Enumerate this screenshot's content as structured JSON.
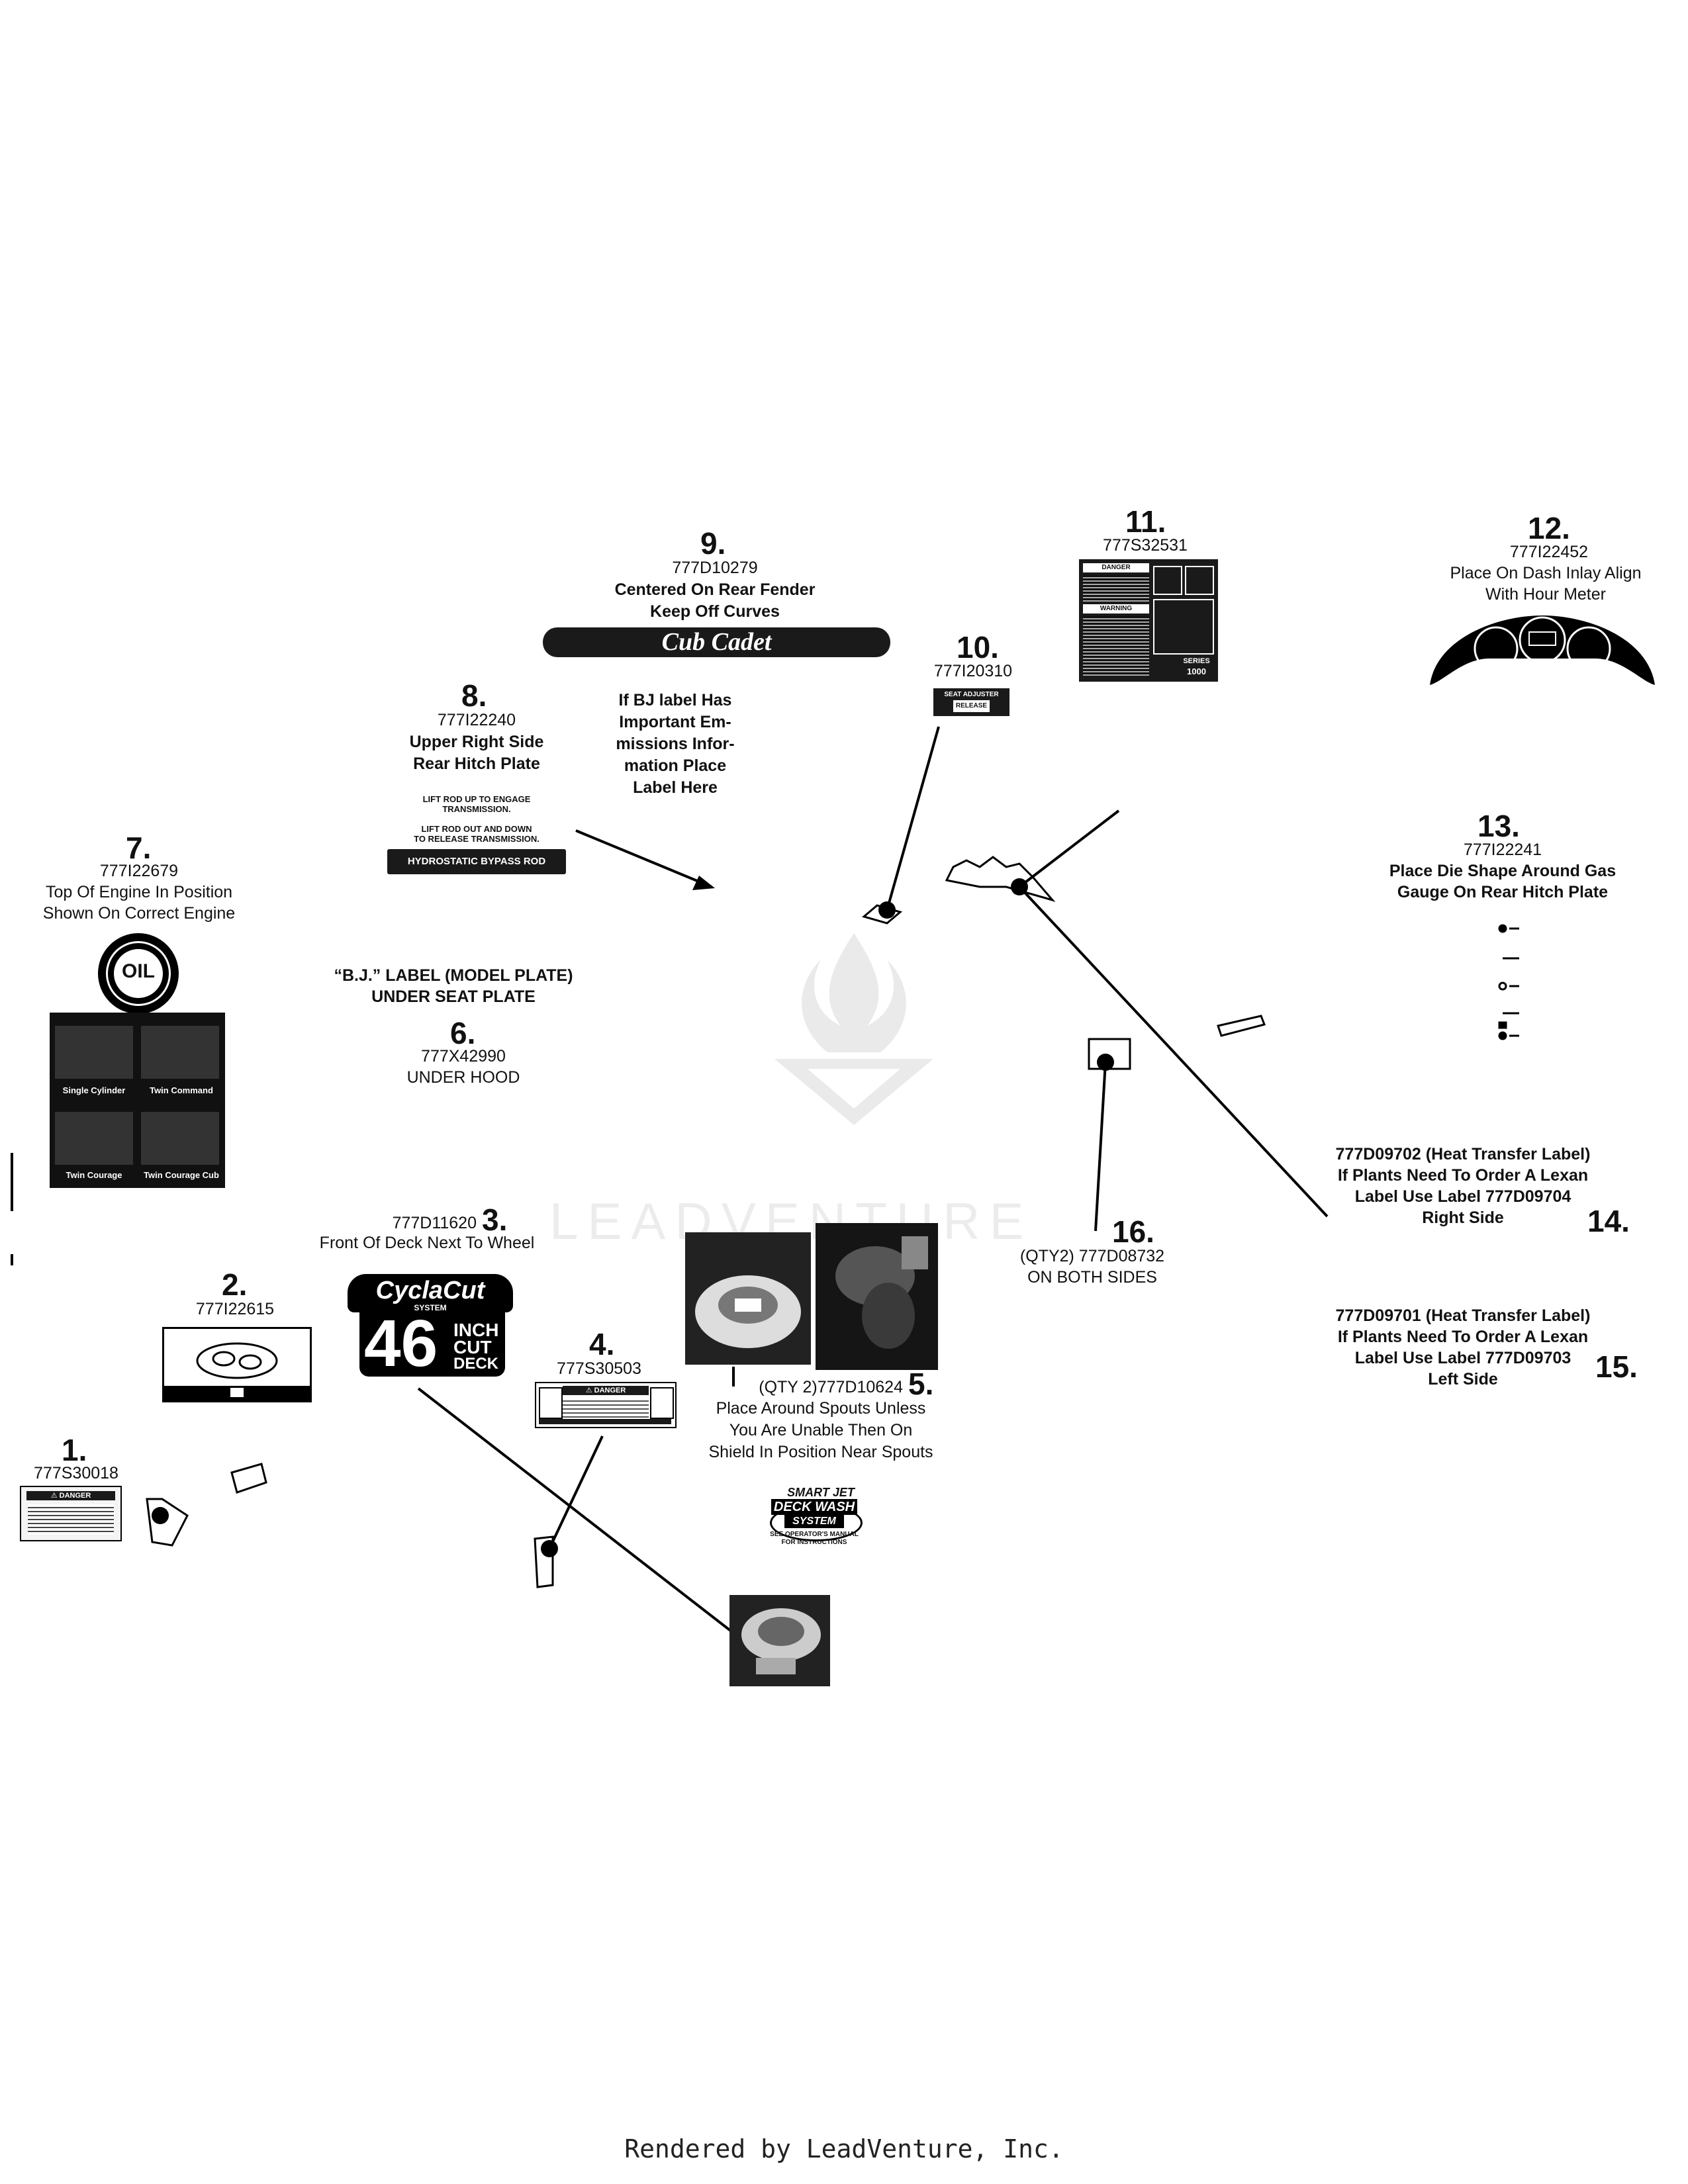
{
  "callouts": {
    "c1": {
      "num": "1.",
      "lines": [
        "777S30018"
      ]
    },
    "c2": {
      "num": "2.",
      "lines": [
        "777I22615"
      ]
    },
    "c3": {
      "num": "3.",
      "part": "777D11620",
      "lines": [
        "Front Of Deck Next To Wheel"
      ]
    },
    "c4": {
      "num": "4.",
      "lines": [
        "777S30503"
      ]
    },
    "c5": {
      "num": "5.",
      "part": "(QTY 2)777D10624",
      "lines": [
        "Place Around Spouts Unless",
        "You  Are Unable Then On",
        "Shield In Position Near Spouts"
      ]
    },
    "c6": {
      "num": "6.",
      "pre": [
        "“B.J.” LABEL (MODEL PLATE)",
        "UNDER SEAT PLATE"
      ],
      "lines": [
        "777X42990",
        "UNDER HOOD"
      ]
    },
    "c7": {
      "num": "7.",
      "lines": [
        "777I22679",
        "Top Of Engine In Position",
        "Shown On Correct Engine"
      ]
    },
    "c8": {
      "num": "8.",
      "lines": [
        "777I22240",
        "Upper Right Side",
        "Rear Hitch Plate"
      ]
    },
    "c9": {
      "num": "9.",
      "lines": [
        "777D10279",
        "Centered On Rear Fender",
        "Keep Off Curves"
      ]
    },
    "c10": {
      "num": "10.",
      "lines": [
        "777I20310"
      ]
    },
    "c11": {
      "num": "11.",
      "lines": [
        "777S32531"
      ]
    },
    "c12": {
      "num": "12.",
      "lines": [
        "777I22452",
        "Place On Dash Inlay Align",
        "With Hour Meter"
      ]
    },
    "c13": {
      "num": "13.",
      "lines": [
        "777I22241",
        "Place Die Shape Around Gas",
        "Gauge On Rear Hitch Plate"
      ]
    },
    "c14": {
      "num": "14.",
      "lines": [
        "777D09702 (Heat Transfer Label)",
        "If Plants Need To Order A Lexan",
        "Label  Use Label 777D09704",
        "Right Side"
      ]
    },
    "c15": {
      "num": "15.",
      "lines": [
        "777D09701 (Heat Transfer Label)",
        "If Plants Need To Order A Lexan",
        "Label  Use Label 777D09703",
        "Left Side"
      ]
    },
    "c16": {
      "num": "16.",
      "lines": [
        "(QTY2) 777D08732",
        "ON BOTH SIDES"
      ]
    }
  },
  "bj_note": [
    "If BJ label Has",
    "Important Em-",
    "missions Infor-",
    "mation Place",
    "Label Here"
  ],
  "label_texts": {
    "hydro_1": "LIFT ROD UP TO ENGAGE",
    "hydro_2": "TRANSMISSION.",
    "hydro_3": "LIFT ROD OUT AND DOWN",
    "hydro_4": "TO RELEASE TRANSMISSION.",
    "hydro_bar": "HYDROSTATIC BYPASS ROD",
    "brand": "Cub Cadet",
    "oil": "OIL",
    "engine_1": "Single Cylinder",
    "engine_2": "Twin Command",
    "engine_3": "Twin Courage",
    "engine_4": "Twin Courage Cub",
    "seat_1": "SEAT ADJUSTER",
    "seat_2": "RELEASE",
    "cyclo_1": "CyclaCut",
    "cyclo_2": "SYSTEM",
    "cyclo_46": "46",
    "cyclo_3": "INCH",
    "cyclo_4": "CUT",
    "cyclo_5": "DECK",
    "danger": "DANGER",
    "danger_alert": "⚠ DANGER",
    "warning": "WARNING",
    "series_1": "SERIES",
    "series_2": "1000",
    "smartjet_1": "SMART JET",
    "smartjet_2": "DECK WASH",
    "smartjet_3": "SYSTEM",
    "smartjet_4": "SEE OPERATOR'S MANUAL",
    "smartjet_5": "FOR INSTRUCTIONS"
  },
  "watermark": "LEADVENTURE",
  "footer": "Rendered by LeadVenture, Inc."
}
